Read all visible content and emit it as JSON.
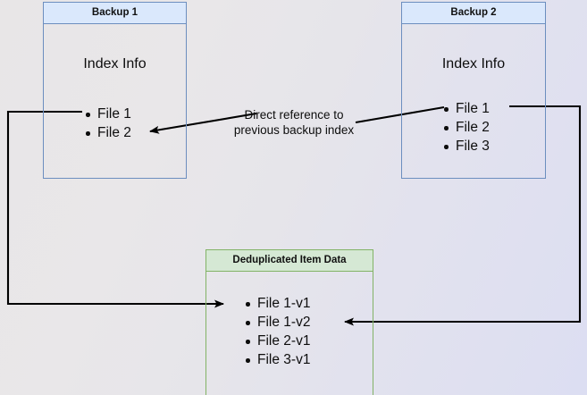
{
  "diagram": {
    "title": "Deduplicated backup index reference diagram",
    "colors": {
      "blue_border": "#6c8ebf",
      "blue_header_fill": "#dae8fc",
      "green_border": "#82b366",
      "green_header_fill": "#d5e8d4",
      "edge_stroke": "#000000",
      "background_start": "#e8e6e7",
      "background_end": "#dcdef2"
    },
    "nodes": {
      "backup1": {
        "header": "Backup 1",
        "body_label": "Index Info",
        "items": [
          "File 1",
          "File 2"
        ]
      },
      "backup2": {
        "header": "Backup 2",
        "body_label": "Index Info",
        "items": [
          "File 1",
          "File 2",
          "File 3"
        ]
      },
      "dedup": {
        "header": "Deduplicated Item Data",
        "items": [
          "File 1-v1",
          "File 1-v2",
          "File 2-v1",
          "File 3-v1"
        ]
      }
    },
    "annotations": {
      "direct_reference": "Direct reference to\nprevious backup index"
    },
    "edges": [
      {
        "name": "backup2-index-to-backup1-index",
        "from": "backup2.items.File 2",
        "to": "backup1.items.File 2",
        "style": "diagonal-arrow"
      },
      {
        "name": "backup1-index-to-dedup-data",
        "from": "backup1.items.File 1",
        "to": "dedup.items.File 1-v1",
        "style": "orthogonal-left-route"
      },
      {
        "name": "backup2-index-to-dedup-data",
        "from": "backup2.items.File 1",
        "to": "dedup.items.File 1-v2",
        "style": "orthogonal-right-route"
      }
    ]
  }
}
